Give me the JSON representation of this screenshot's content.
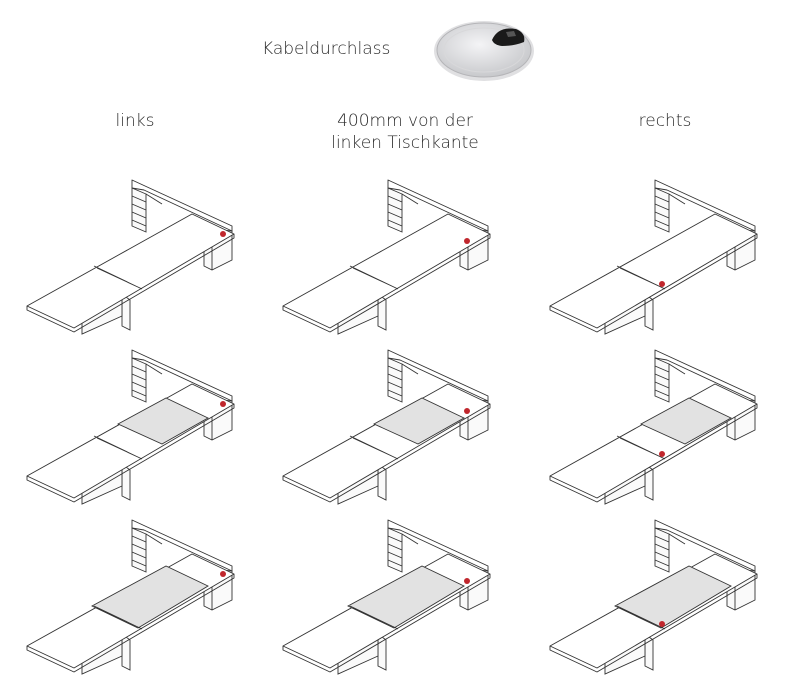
{
  "title": {
    "label": "Kabeldurchlass",
    "icon": "cable-grommet-icon"
  },
  "columns": [
    {
      "label_line1": "links",
      "label_line2": ""
    },
    {
      "label_line1": "400mm von der",
      "label_line2": "linken Tischkante"
    },
    {
      "label_line1": "rechts",
      "label_line2": ""
    }
  ],
  "rows": [
    {
      "variant": "no-center-panel"
    },
    {
      "variant": "small-center-panel"
    },
    {
      "variant": "large-center-panel"
    }
  ],
  "colors": {
    "grommet_dot": "#c0272d",
    "panel_fill": "#e2e2e2",
    "line": "#333333"
  }
}
